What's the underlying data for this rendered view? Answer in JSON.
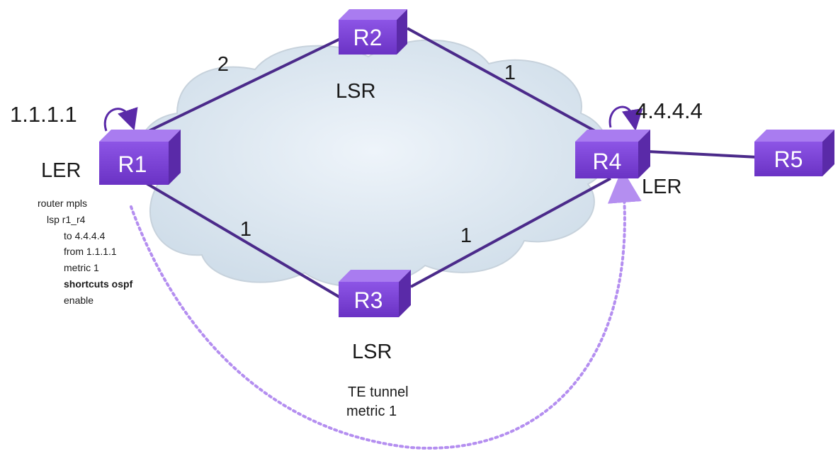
{
  "diagram": {
    "routers": [
      {
        "id": "R1",
        "label": "R1"
      },
      {
        "id": "R2",
        "label": "R2"
      },
      {
        "id": "R3",
        "label": "R3"
      },
      {
        "id": "R4",
        "label": "R4"
      },
      {
        "id": "R5",
        "label": "R5"
      }
    ],
    "links": [
      {
        "from": "R1",
        "to": "R2",
        "metric": "2"
      },
      {
        "from": "R2",
        "to": "R4",
        "metric": "1"
      },
      {
        "from": "R1",
        "to": "R3",
        "metric": "1"
      },
      {
        "from": "R3",
        "to": "R4",
        "metric": "1"
      },
      {
        "from": "R4",
        "to": "R5",
        "metric": ""
      }
    ],
    "roles": {
      "r1": "LER",
      "r2": "LSR",
      "r3": "LSR",
      "r4": "LER"
    },
    "loopbacks": {
      "r1": "1.1.1.1",
      "r4": "4.4.4.4"
    },
    "config": [
      {
        "text": "router mpls",
        "bold": false
      },
      {
        "text": "lsp r1_r4",
        "bold": false
      },
      {
        "text": "to 4.4.4.4",
        "bold": false
      },
      {
        "text": "from 1.1.1.1",
        "bold": false
      },
      {
        "text": "metric 1",
        "bold": false
      },
      {
        "text": "shortcuts ospf",
        "bold": true
      },
      {
        "text": "enable",
        "bold": false
      }
    ],
    "te_tunnel": {
      "line1": "TE tunnel",
      "line2": "metric 1"
    },
    "colors": {
      "router_front": "#7a3fd6",
      "router_top": "#a97cf0",
      "router_side": "#5a2aa8",
      "link": "#4b2a8a",
      "tunnel": "#b48ef0",
      "cloud_fill": "#dde8f2",
      "cloud_stroke": "#c9d4de",
      "loop_arrow": "#5a2aa8"
    }
  }
}
